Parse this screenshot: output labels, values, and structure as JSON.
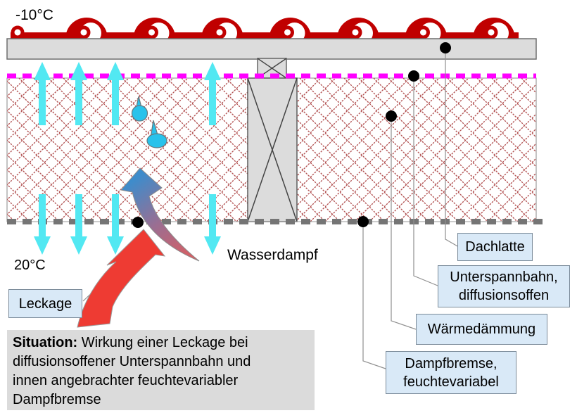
{
  "temperatures": {
    "outside": "-10°C",
    "inside": "20°C"
  },
  "annotations": {
    "wasserdampf": "Wasserdampf",
    "leckage": "Leckage"
  },
  "callouts": {
    "dachlatte": {
      "text": "Dachlatte"
    },
    "unterspannbahn": {
      "line1": "Unterspannbahn,",
      "line2": "diffusionsoffen"
    },
    "waermedaemmung": {
      "text": "Wärmedämmung"
    },
    "dampfbremse": {
      "line1": "Dampfbremse,",
      "line2": "feuchtevariabel"
    }
  },
  "situation": {
    "prefix": "Situation:",
    "line1": " Wirkung einer Leckage bei",
    "line2": "diffusionsoffener Unterspannbahn und",
    "line3": "innen angebrachter feuchtevariabler",
    "line4": "Dampfbremse"
  },
  "colors": {
    "tile_red": "#c00000",
    "batten_gray": "#dcdcdc",
    "membrane_magenta": "#ff00ff",
    "hatch_red": "#b25252",
    "vapour_barrier_gray": "#757575",
    "arrow_cyan": "#52e8f2",
    "droplet_blue": "#28c2eb",
    "leak_arrow_red": "#ee3b33",
    "warm_air_blue": "#3e8ccb",
    "label_box_blue": "#d9e9f7",
    "situation_gray": "#dbdbdb"
  }
}
